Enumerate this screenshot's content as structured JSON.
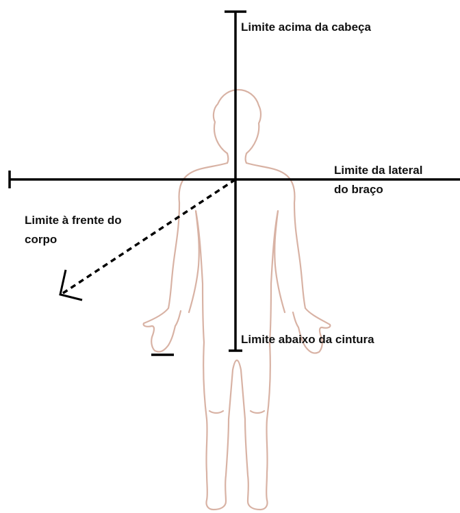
{
  "labels": {
    "top": "Limite acima da cabeça",
    "side_line1": "Limite da lateral",
    "side_line2": "do braço",
    "front_line1": "Limite à frente do",
    "front_line2": "corpo",
    "bottom": "Limite abaixo da cintura"
  },
  "colors": {
    "lines": "#000000",
    "body_outline": "#d8b2a4",
    "text": "#111111",
    "background": "#ffffff"
  },
  "icons": {
    "figure": "human-body-outline",
    "arrow": "arrow-head-down-left"
  }
}
